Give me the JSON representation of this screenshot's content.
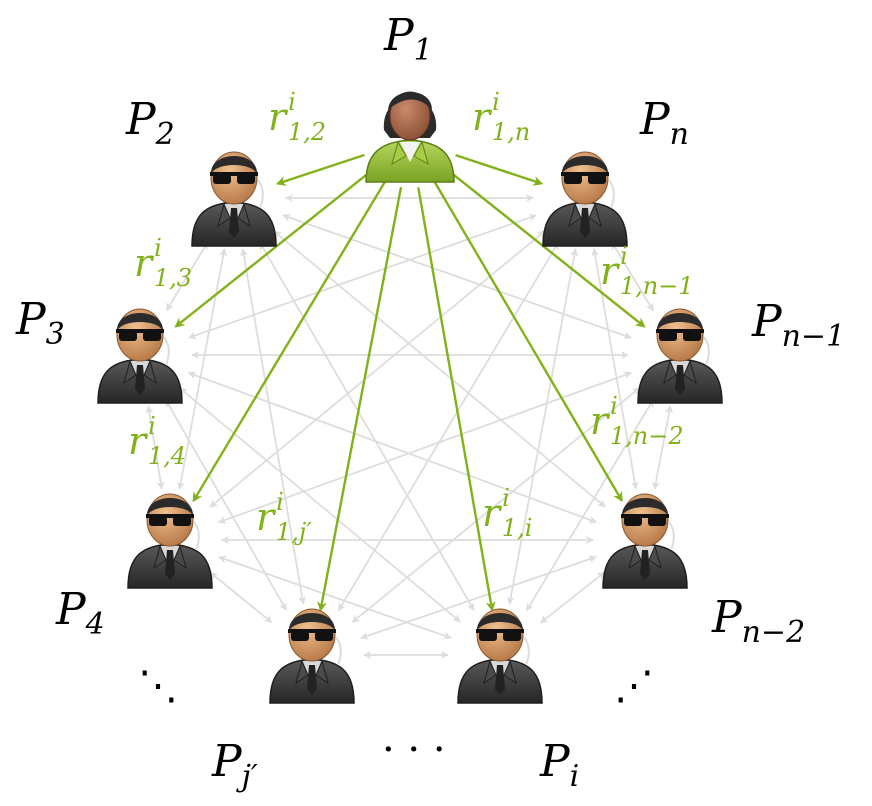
{
  "parties": [
    {
      "id": "P1",
      "letter": "P",
      "sub": "1"
    },
    {
      "id": "P2",
      "letter": "P",
      "sub": "2"
    },
    {
      "id": "P3",
      "letter": "P",
      "sub": "3"
    },
    {
      "id": "P4",
      "letter": "P",
      "sub": "4"
    },
    {
      "id": "Pj",
      "letter": "P",
      "sub": "j′"
    },
    {
      "id": "Pi",
      "letter": "P",
      "sub": "i"
    },
    {
      "id": "Pn2",
      "letter": "P",
      "sub": "n−2"
    },
    {
      "id": "Pn1",
      "letter": "P",
      "sub": "n−1"
    },
    {
      "id": "Pn",
      "letter": "P",
      "sub": "n"
    }
  ],
  "shares": [
    {
      "id": "r12",
      "base": "r",
      "sup": "i",
      "sub": "1,2"
    },
    {
      "id": "r13",
      "base": "r",
      "sup": "i",
      "sub": "1,3"
    },
    {
      "id": "r14",
      "base": "r",
      "sup": "i",
      "sub": "1,4"
    },
    {
      "id": "r1j",
      "base": "r",
      "sup": "i",
      "sub": "1,j′"
    },
    {
      "id": "r1i",
      "base": "r",
      "sup": "i",
      "sub": "1,i"
    },
    {
      "id": "r1n2",
      "base": "r",
      "sup": "i",
      "sub": "1,n−2"
    },
    {
      "id": "r1n1",
      "base": "r",
      "sup": "i",
      "sub": "1,n−1"
    },
    {
      "id": "r1n",
      "base": "r",
      "sup": "i",
      "sub": "1,n"
    }
  ],
  "ellipses": {
    "left": "⋱",
    "bottom": "· · ·",
    "right": "⋰"
  },
  "colors": {
    "dealer_shirt": "#8cb32a",
    "share_arrow": "#82b21a",
    "mesh_arrow": "#dddddd",
    "agent_suit": "#3a3a3a",
    "skin": "#c98d5e"
  },
  "icons": {
    "dealer": "businesswoman-icon",
    "agent": "secret-agent-icon"
  }
}
